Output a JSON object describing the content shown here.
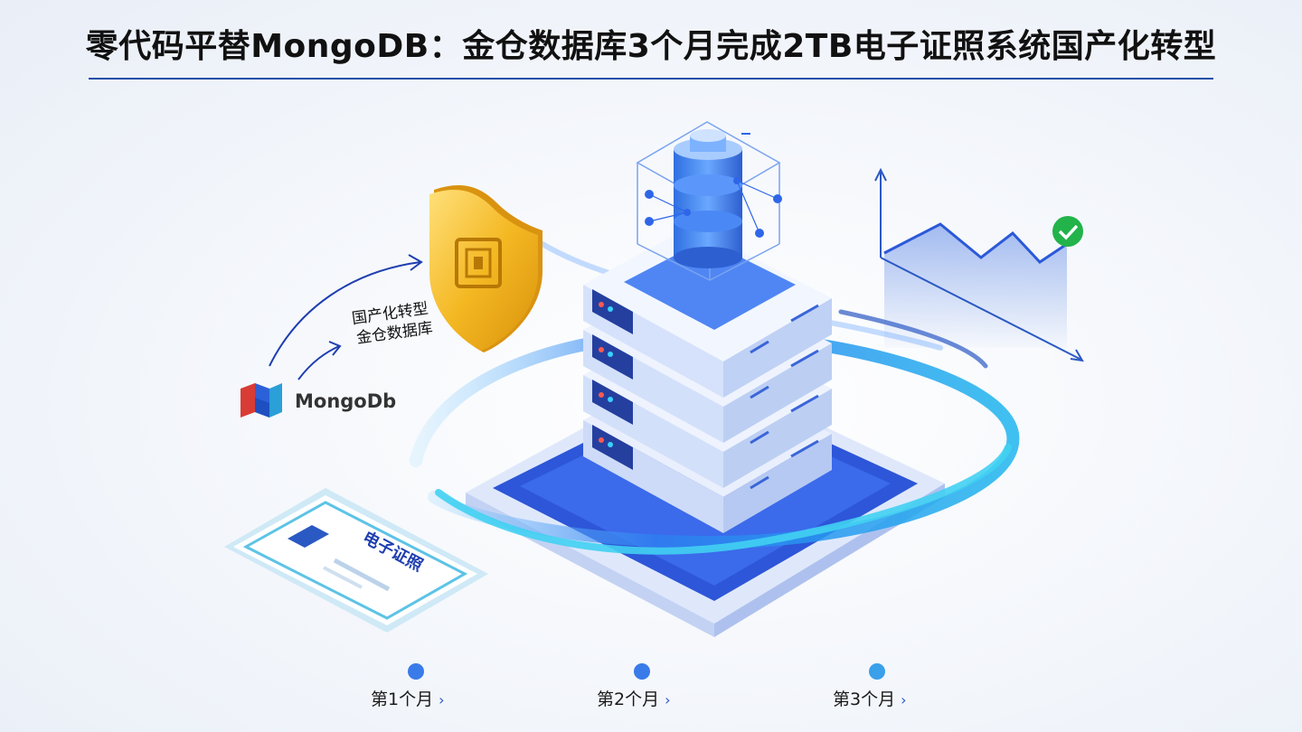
{
  "title": "零代码平替MongoDB：金仓数据库3个月完成2TB电子证照系统国产化转型",
  "illustration": {
    "annotation_line1": "国产化转型",
    "annotation_line2": "金仓数据库",
    "mongodb_logo_text": "MongoDb",
    "certificate_label": "电子证照",
    "icons": [
      "shield-icon",
      "database-icon",
      "server-rack-icon",
      "line-chart-icon",
      "check-icon",
      "certificate-icon",
      "mongodb-logo"
    ],
    "colors": {
      "primary_blue": "#2b59c3",
      "deep_blue": "#1f3fb0",
      "cyan": "#3fd0f0",
      "gold": "#f2b722",
      "green": "#22b34a"
    }
  },
  "timeline": {
    "milestones": [
      {
        "label": "第1个月"
      },
      {
        "label": "第2个月"
      },
      {
        "label": "第3个月"
      }
    ]
  }
}
